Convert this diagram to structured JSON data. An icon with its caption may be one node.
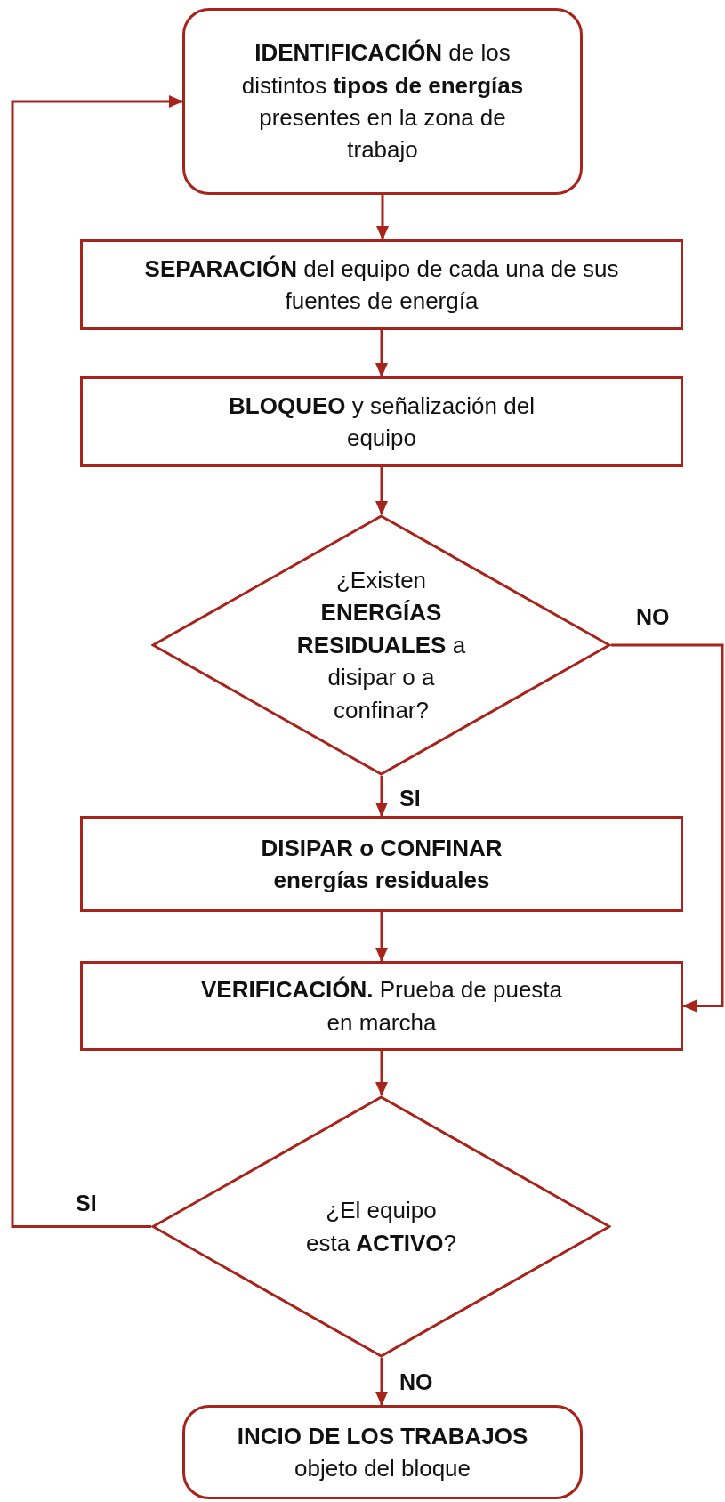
{
  "diagram": {
    "nodes": [
      {
        "text": [
          "**IDENTIFICACIÓN** de los distintos **tipos de energías** presentes en la zona de trabajo"
        ]
      },
      {
        "text": [
          "**SEPARACIÓN** del equipo de cada una de sus fuentes de energía"
        ]
      },
      {
        "text": [
          "**BLOQUEO** y señalización del equipo"
        ]
      },
      {
        "text": [
          "¿Existen **ENERGÍAS RESIDUALES** a disipar o a confinar?"
        ]
      },
      {
        "text": [
          "DISIPAR o CONFINAR energías residuales"
        ]
      },
      {
        "text": [
          "**VERIFICACIÓN.** Prueba de puesta en marcha"
        ]
      },
      {
        "text": [
          "¿El equipo esta **ACTIVO**?"
        ]
      },
      {
        "text": [
          "**INCIO DE LOS TRABAJOS** objeto del bloque"
        ]
      }
    ],
    "edges": [
      {
        "from": 0,
        "to": 1,
        "arrow": "to"
      },
      {
        "from": 1,
        "to": 2,
        "arrow": "to"
      },
      {
        "from": 2,
        "to": 3,
        "arrow": "to"
      },
      {
        "from": 3,
        "to": 4,
        "arrow": "to",
        "label": "SI"
      },
      {
        "from": 3,
        "to": 5,
        "arrow": "to",
        "label": "NO"
      },
      {
        "from": 4,
        "to": 5,
        "arrow": "to"
      },
      {
        "from": 5,
        "to": 6,
        "arrow": "to"
      },
      {
        "from": 6,
        "to": 0,
        "arrow": "to",
        "label": "SI"
      },
      {
        "from": 6,
        "to": 7,
        "arrow": "to",
        "label": "NO"
      }
    ]
  }
}
